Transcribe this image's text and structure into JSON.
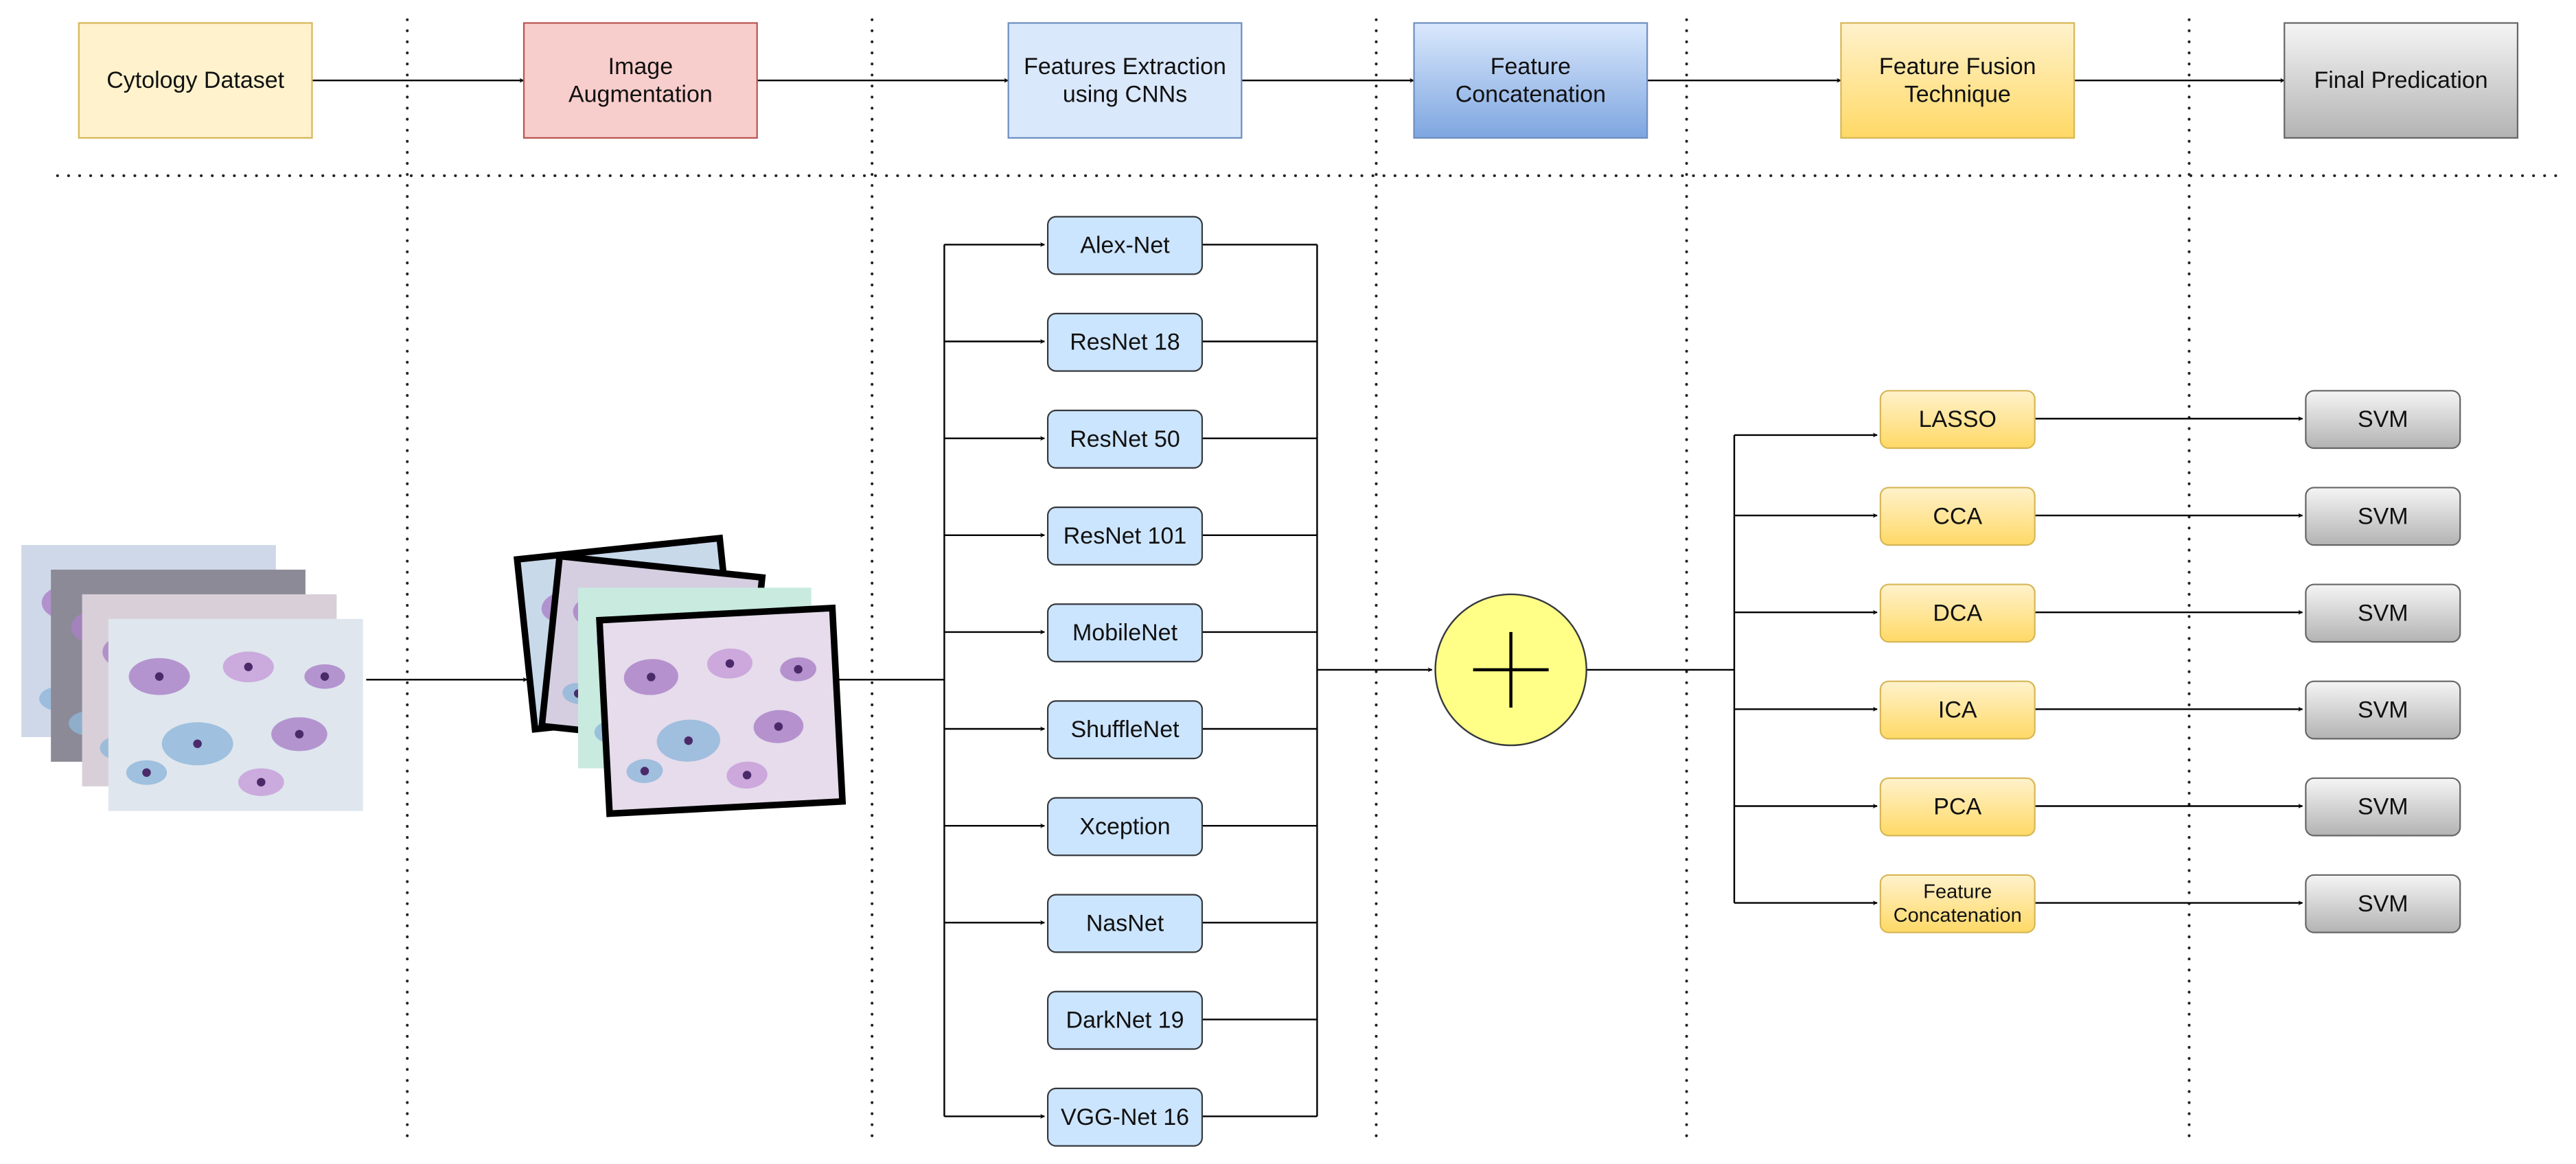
{
  "pipeline_stages": [
    {
      "label": "Cytology Dataset",
      "fill": "#fff2cc",
      "stroke": "#d6b656",
      "gradient": false
    },
    {
      "label": "Image\nAugmentation",
      "fill": "#f8cecc",
      "stroke": "#b85450",
      "gradient": false
    },
    {
      "label": "Features Extraction\nusing CNNs",
      "fill": "#dae8fc",
      "stroke": "#6c8ebf",
      "gradient": false
    },
    {
      "label": "Feature\nConcatenation",
      "fill": "#dae8fc",
      "stroke": "#6c8ebf",
      "gradient": true,
      "gradient_to": "#7ea6e0"
    },
    {
      "label": "Feature Fusion\nTechnique",
      "fill": "#fff2cc",
      "stroke": "#d6b656",
      "gradient": true,
      "gradient_to": "#ffd966"
    },
    {
      "label": "Final Predication",
      "fill": "#f5f5f5",
      "stroke": "#666666",
      "gradient": true,
      "gradient_to": "#b3b3b3"
    }
  ],
  "cnn_models": [
    "Alex-Net",
    "ResNet 18",
    "ResNet 50",
    "ResNet 101",
    "MobileNet",
    "ShuffleNet",
    "Xception",
    "NasNet",
    "DarkNet 19",
    "VGG-Net 16"
  ],
  "fusion_techniques": [
    "LASSO",
    "CCA",
    "DCA",
    "ICA",
    "PCA",
    "Feature\nConcatenation"
  ],
  "classifier_label": "SVM",
  "concat_symbol": "+",
  "colors": {
    "cnn_fill": "#cce5ff",
    "cnn_stroke": "#36393d",
    "fusion_fill_top": "#fff2cc",
    "fusion_fill_bottom": "#ffd966",
    "fusion_stroke": "#d6b656",
    "svm_fill_top": "#f5f5f5",
    "svm_fill_bottom": "#b3b3b3",
    "svm_stroke": "#666666",
    "circle_fill": "#ffff88",
    "circle_stroke": "#36393d",
    "edge": "#000000"
  },
  "icons": {
    "dataset_image_stack": "cytology-slide-stack",
    "augmented_image_stack": "augmented-slide-stack",
    "concatenation": "plus-circle"
  }
}
